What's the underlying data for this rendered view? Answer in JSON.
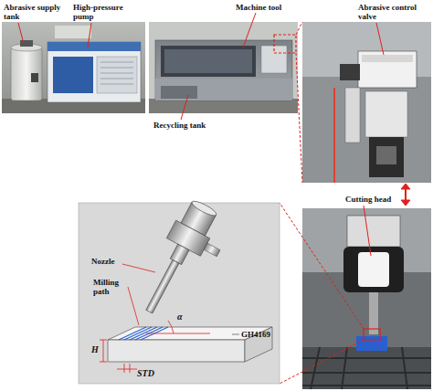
{
  "diagram": {
    "labels": [
      "Abrasive supply tank",
      "High-pressure pump",
      "Machine tool",
      "Abrasive control valve",
      "Recycling tank",
      "Cutting head",
      "Nozzle",
      "Milling path",
      "α",
      "H",
      "GH4169",
      "STD"
    ]
  }
}
